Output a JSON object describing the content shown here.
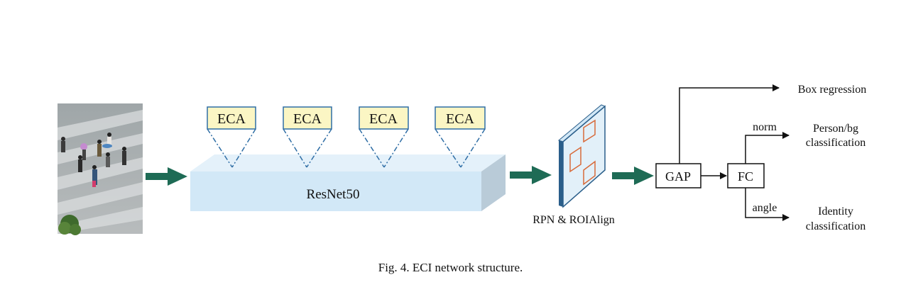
{
  "eca_blocks": [
    "ECA",
    "ECA",
    "ECA",
    "ECA"
  ],
  "backbone_label": "ResNet50",
  "rpn_label": "RPN & ROIAlign",
  "gap_label": "GAP",
  "fc_label": "FC",
  "norm_label": "norm",
  "angle_label": "angle",
  "outputs": {
    "box_regression": "Box regression",
    "person_bg_line1": "Person/bg",
    "person_bg_line2": "classification",
    "identity_line1": "Identity",
    "identity_line2": "classification"
  },
  "caption": "Fig. 4.  ECI network structure.",
  "colors": {
    "eca_fill": "#fbf6c4",
    "eca_border": "#2f6ea5",
    "backbone_front": "#d2e8f7",
    "backbone_top": "#e4f1fa",
    "backbone_side": "#b9cbd8",
    "thick_arrow": "#1e6b55",
    "roi_box": "#d86a3a"
  }
}
